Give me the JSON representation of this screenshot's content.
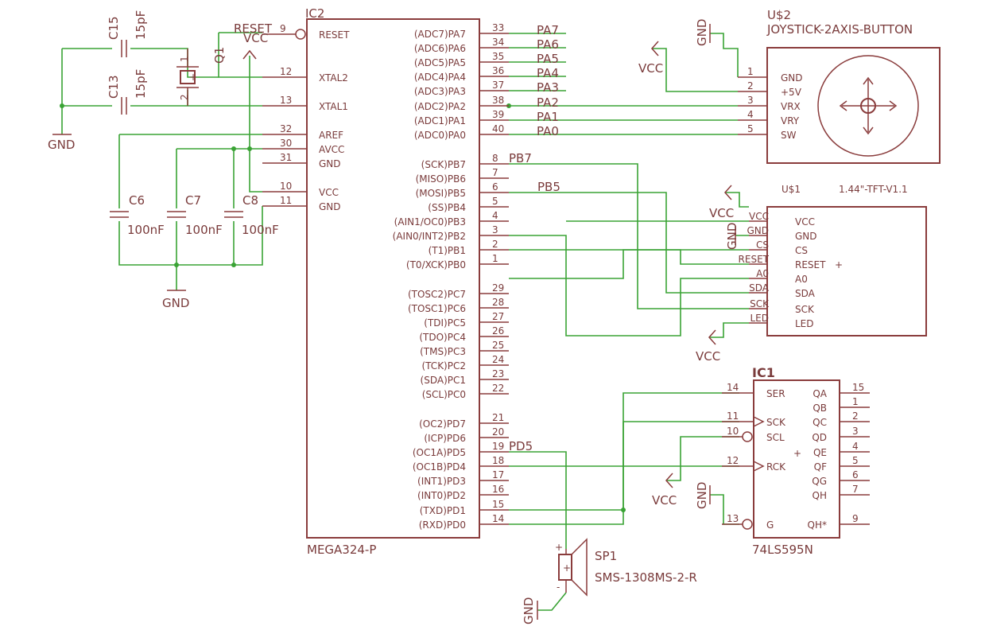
{
  "mcu": {
    "ref": "IC2",
    "part": "MEGA324-P",
    "left_pins": [
      {
        "num": "9",
        "name": "RESET"
      },
      {
        "num": "12",
        "name": "XTAL2"
      },
      {
        "num": "13",
        "name": "XTAL1"
      },
      {
        "num": "32",
        "name": "AREF"
      },
      {
        "num": "30",
        "name": "AVCC"
      },
      {
        "num": "31",
        "name": "GND"
      },
      {
        "num": "10",
        "name": "VCC"
      },
      {
        "num": "11",
        "name": "GND"
      }
    ],
    "right_pins": [
      {
        "num": "33",
        "name": "(ADC7)PA7"
      },
      {
        "num": "34",
        "name": "(ADC6)PA6"
      },
      {
        "num": "35",
        "name": "(ADC5)PA5"
      },
      {
        "num": "36",
        "name": "(ADC4)PA4"
      },
      {
        "num": "37",
        "name": "(ADC3)PA3"
      },
      {
        "num": "38",
        "name": "(ADC2)PA2"
      },
      {
        "num": "39",
        "name": "(ADC1)PA1"
      },
      {
        "num": "40",
        "name": "(ADC0)PA0"
      },
      {
        "num": "8",
        "name": "(SCK)PB7"
      },
      {
        "num": "7",
        "name": "(MISO)PB6"
      },
      {
        "num": "6",
        "name": "(MOSI)PB5"
      },
      {
        "num": "5",
        "name": "(SS)PB4"
      },
      {
        "num": "4",
        "name": "(AIN1/OC0)PB3"
      },
      {
        "num": "3",
        "name": "(AIN0/INT2)PB2"
      },
      {
        "num": "2",
        "name": "(T1)PB1"
      },
      {
        "num": "1",
        "name": "(T0/XCK)PB0"
      },
      {
        "num": "29",
        "name": "(TOSC2)PC7"
      },
      {
        "num": "28",
        "name": "(TOSC1)PC6"
      },
      {
        "num": "27",
        "name": "(TDI)PC5"
      },
      {
        "num": "26",
        "name": "(TDO)PC4"
      },
      {
        "num": "25",
        "name": "(TMS)PC3"
      },
      {
        "num": "24",
        "name": "(TCK)PC2"
      },
      {
        "num": "23",
        "name": "(SDA)PC1"
      },
      {
        "num": "22",
        "name": "(SCL)PC0"
      },
      {
        "num": "21",
        "name": "(OC2)PD7"
      },
      {
        "num": "20",
        "name": "(ICP)PD6"
      },
      {
        "num": "19",
        "name": "(OC1A)PD5"
      },
      {
        "num": "18",
        "name": "(OC1B)PD4"
      },
      {
        "num": "17",
        "name": "(INT1)PD3"
      },
      {
        "num": "16",
        "name": "(INT0)PD2"
      },
      {
        "num": "15",
        "name": "(TXD)PD1"
      },
      {
        "num": "14",
        "name": "(RXD)PD0"
      }
    ]
  },
  "nets": {
    "pa": [
      "PA7",
      "PA6",
      "PA5",
      "PA4",
      "PA3",
      "PA2",
      "PA1",
      "PA0"
    ],
    "pb7": "PB7",
    "pb5": "PB5",
    "pd5": "PD5",
    "reset": "RESET"
  },
  "power": {
    "vcc": "VCC",
    "gnd": "GND"
  },
  "caps": {
    "c15": {
      "ref": "C15",
      "value": "15pF"
    },
    "c13": {
      "ref": "C13",
      "value": "15pF"
    },
    "c6": {
      "ref": "C6",
      "value": "100nF"
    },
    "c7": {
      "ref": "C7",
      "value": "100nF"
    },
    "c8": {
      "ref": "C8",
      "value": "100nF"
    }
  },
  "crystal": {
    "ref": "Q1",
    "pin1": "1",
    "pin2": "2"
  },
  "joystick": {
    "ref": "U$2",
    "part": "JOYSTICK-2AXIS-BUTTON",
    "pins": [
      {
        "num": "1",
        "name": "GND"
      },
      {
        "num": "2",
        "name": "+5V"
      },
      {
        "num": "3",
        "name": "VRX"
      },
      {
        "num": "4",
        "name": "VRY"
      },
      {
        "num": "5",
        "name": "SW"
      }
    ]
  },
  "tft": {
    "ref": "U$1",
    "part": "1.44\"-TFT-V1.1",
    "pins": [
      "VCC",
      "GND",
      "CS",
      "RESET",
      "A0",
      "SDA",
      "SCK",
      "LED"
    ],
    "net_labels": [
      "VCC",
      "GND",
      "CS",
      "RESET",
      "A0",
      "SDA",
      "SCK",
      "LED"
    ]
  },
  "shift": {
    "ref": "IC1",
    "part": "74LS595N",
    "left_pins": [
      {
        "num": "14",
        "name": "SER"
      },
      {
        "num": "11",
        "name": "SCK"
      },
      {
        "num": "10",
        "name": "SCL"
      },
      {
        "num": "12",
        "name": "RCK"
      },
      {
        "num": "13",
        "name": "G"
      }
    ],
    "right_pins": [
      {
        "num": "15",
        "name": "QA"
      },
      {
        "num": "1",
        "name": "QB"
      },
      {
        "num": "2",
        "name": "QC"
      },
      {
        "num": "3",
        "name": "QD"
      },
      {
        "num": "4",
        "name": "QE"
      },
      {
        "num": "5",
        "name": "QF"
      },
      {
        "num": "6",
        "name": "QG"
      },
      {
        "num": "7",
        "name": "QH"
      },
      {
        "num": "9",
        "name": "QH*"
      }
    ]
  },
  "speaker": {
    "ref": "SP1",
    "part": "SMS-1308MS-2-R",
    "plus": "+",
    "minus": "-"
  },
  "colors": {
    "part": "#8a3c3c",
    "wire": "#3aa335",
    "text": "#7a3b3b"
  }
}
